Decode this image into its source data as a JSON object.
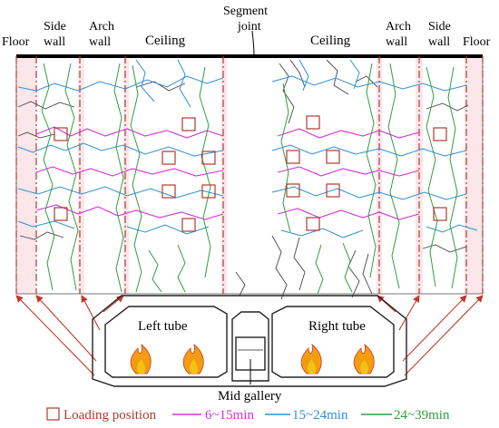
{
  "top_labels": {
    "floor_left": "Floor",
    "side_wall_left": [
      "Side",
      "wall"
    ],
    "arch_wall_left": [
      "Arch",
      "wall"
    ],
    "ceiling_left": "Ceiling",
    "segment_joint": [
      "Segment",
      "joint"
    ],
    "ceiling_right": "Ceiling",
    "arch_wall_right": [
      "Arch",
      "wall"
    ],
    "side_wall_right": [
      "Side",
      "wall"
    ],
    "floor_right": "Floor"
  },
  "section": {
    "left_tube": "Left tube",
    "right_tube": "Right tube",
    "mid_gallery": "Mid gallery"
  },
  "legend": [
    {
      "label": "Loading position",
      "color": "#b03a2e",
      "kind": "square"
    },
    {
      "label": "6~15min",
      "color": "#d633d6",
      "kind": "line"
    },
    {
      "label": "15~24min",
      "color": "#2e8fd6",
      "kind": "line"
    },
    {
      "label": "24~39min",
      "color": "#2f9e3f",
      "kind": "line"
    }
  ],
  "colors": {
    "crack_early": "#444444",
    "zone_line": "#b03a2e",
    "zone_fill": "#fbe6ea",
    "arrow": "#c0392b",
    "fire": "#f39c12"
  }
}
